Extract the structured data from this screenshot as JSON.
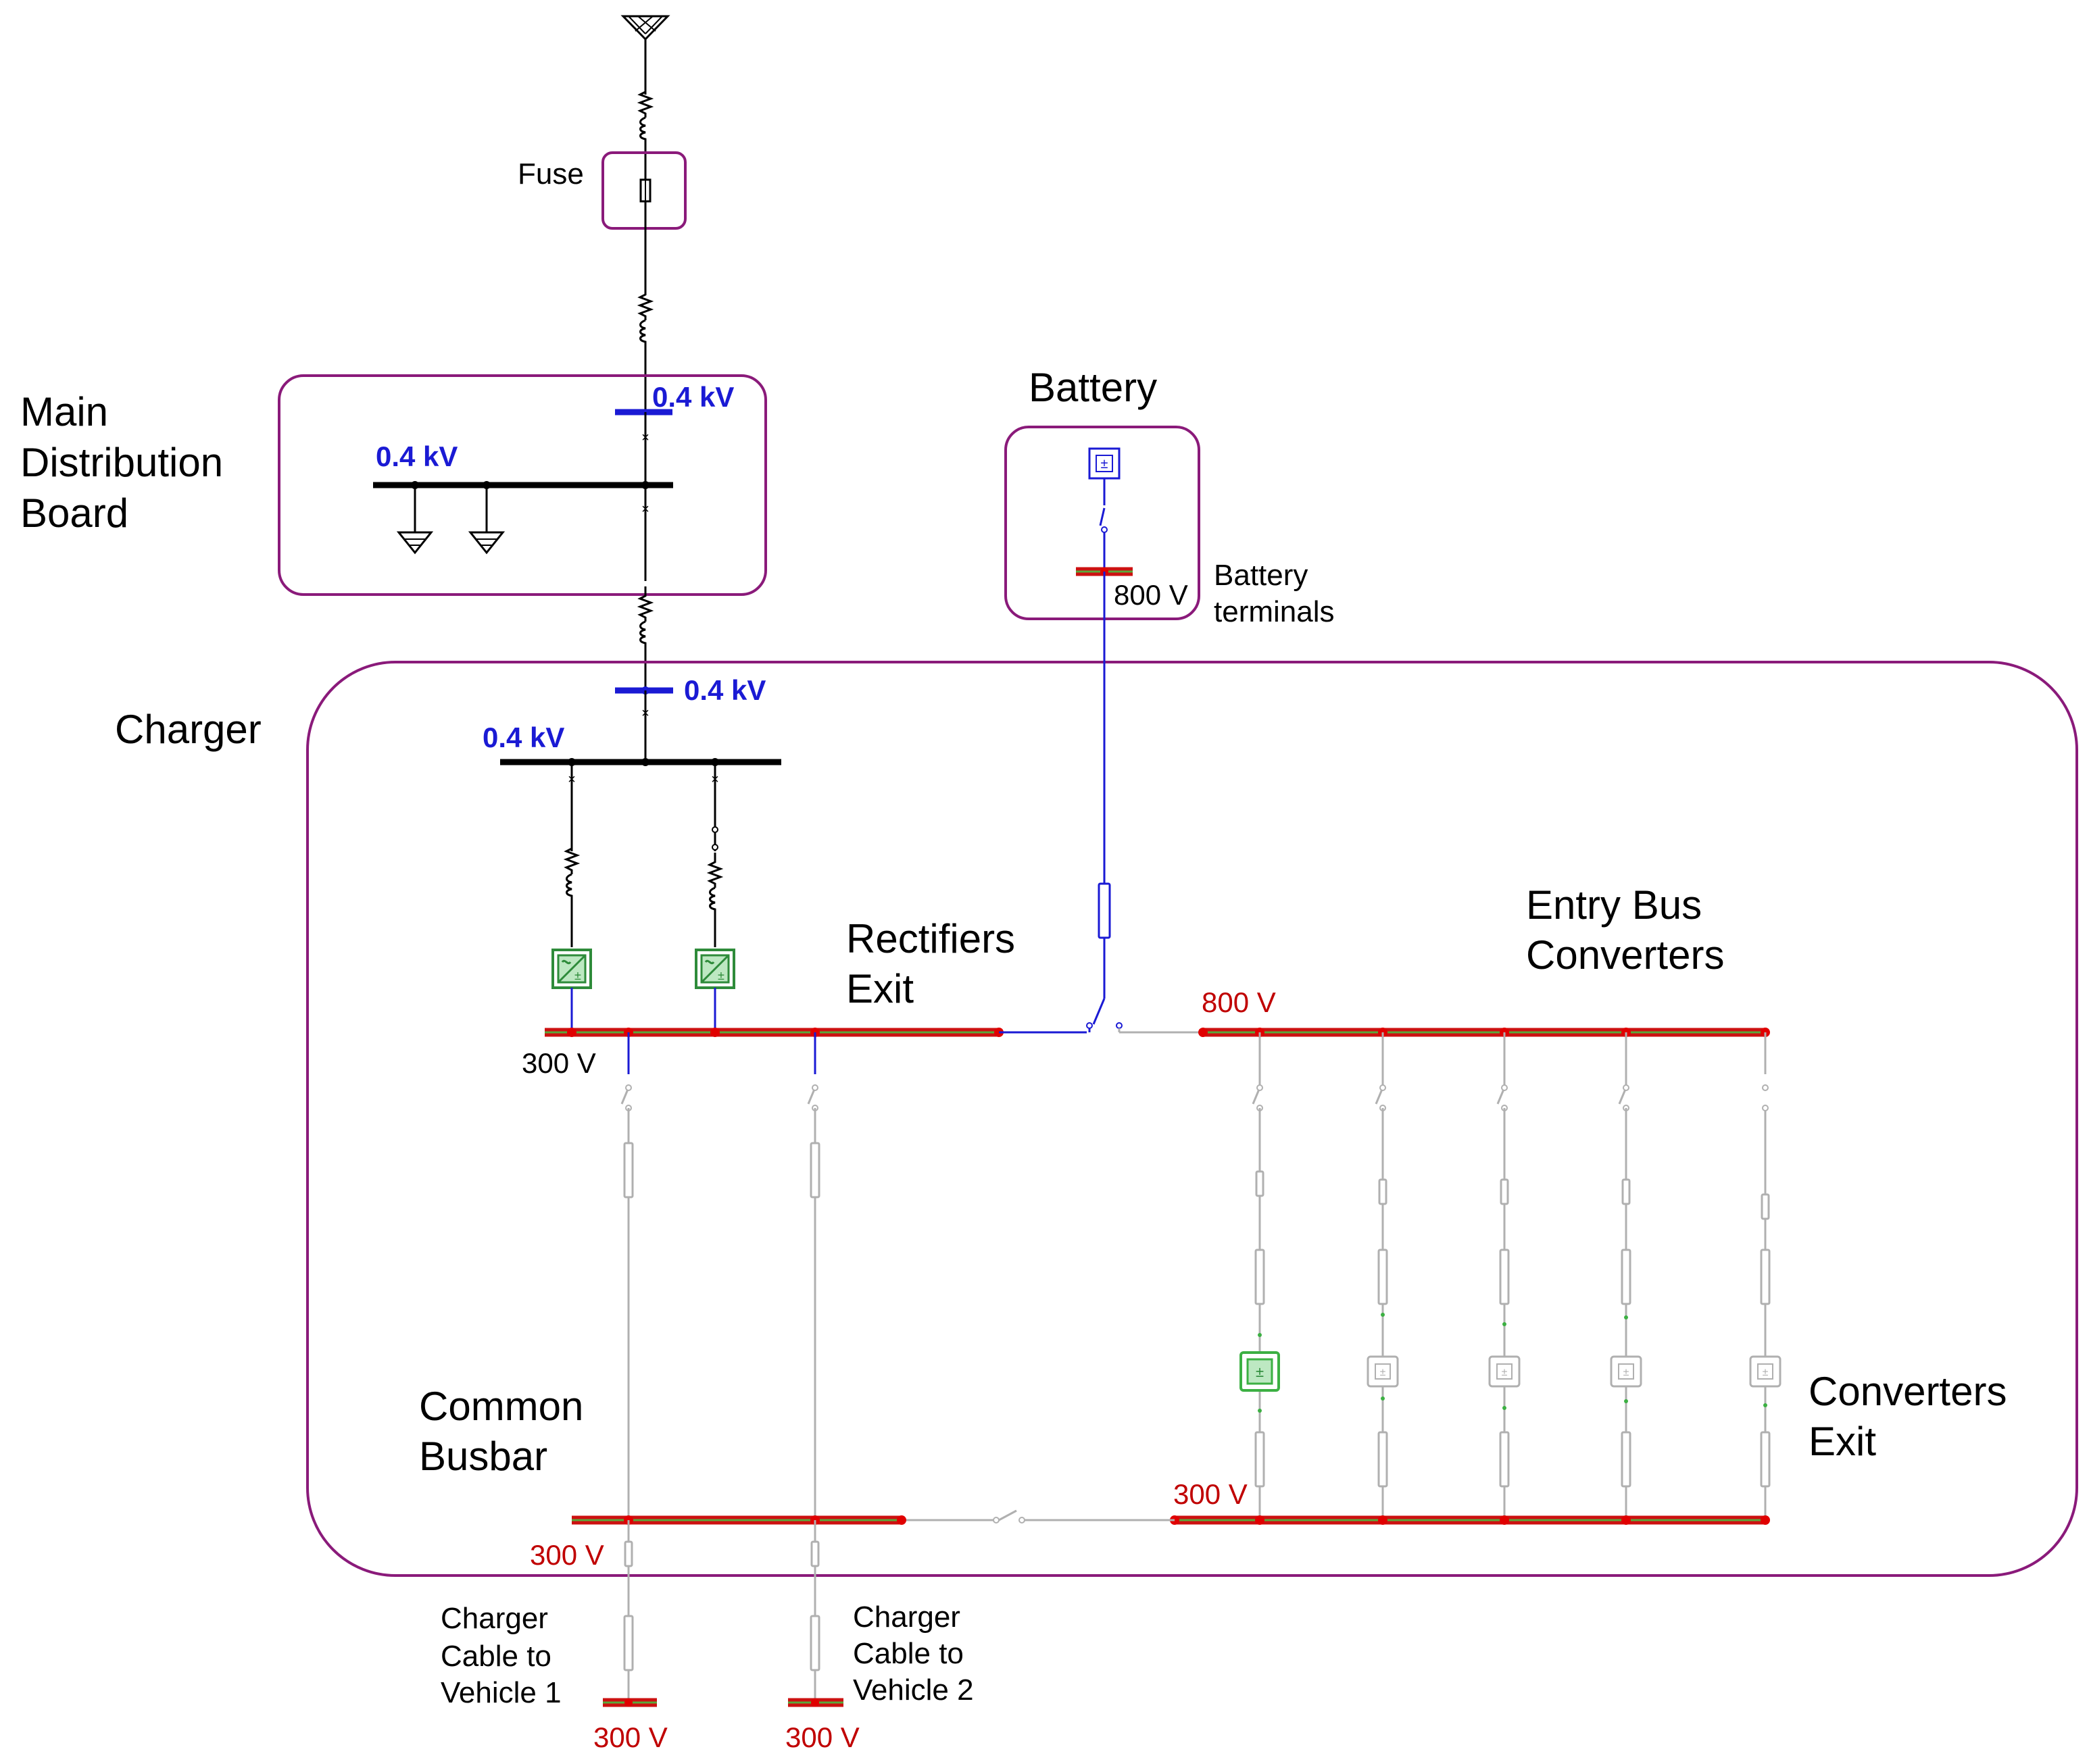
{
  "labels": {
    "fuse": "Fuse",
    "mdb_line1": "Main",
    "mdb_line2": "Distribution",
    "mdb_line3": "Board",
    "battery": "Battery",
    "battery_terminals_line1": "Battery",
    "battery_terminals_line2": "terminals",
    "charger": "Charger",
    "rectifiers_exit_line1": "Rectifiers",
    "rectifiers_exit_line2": "Exit",
    "entry_bus_line1": "Entry Bus",
    "entry_bus_line2": "Converters",
    "common_busbar_line1": "Common",
    "common_busbar_line2": "Busbar",
    "converters_exit_line1": "Converters",
    "converters_exit_line2": "Exit",
    "cable1_line1": "Charger",
    "cable1_line2": "Cable to",
    "cable1_line3": "Vehicle 1",
    "cable2_line1": "Charger",
    "cable2_line2": "Cable to",
    "cable2_line3": "Vehicle 2"
  },
  "voltages": {
    "mdb_incoming": "0.4 kV",
    "mdb_bus": "0.4 kV",
    "charger_incoming": "0.4 kV",
    "charger_bus": "0.4 kV",
    "battery_terminals": "800 V",
    "rectifiers_exit": "300 V",
    "entry_bus": "800 V",
    "converters_exit": "300 V",
    "common_busbar": "300 V",
    "vehicle1": "300 V",
    "vehicle2": "300 V"
  },
  "colors": {
    "enclosure": "#8a1a7a",
    "ac_bus": "#000000",
    "kv_label": "#1a1ad4",
    "dc_bus": "#cc1111",
    "inactive": "#b0b0b0",
    "active_converter": "#3cb043"
  },
  "symbols": {
    "source": "external-grid-icon",
    "ground": "ground-icon",
    "battery": "battery-source-icon",
    "rectifier": "rectifier-icon",
    "converter": "dc-dc-converter-icon",
    "fuse": "fuse-icon",
    "switch": "switch-icon",
    "breaker": "breaker-icon",
    "cable": "cable-icon"
  }
}
